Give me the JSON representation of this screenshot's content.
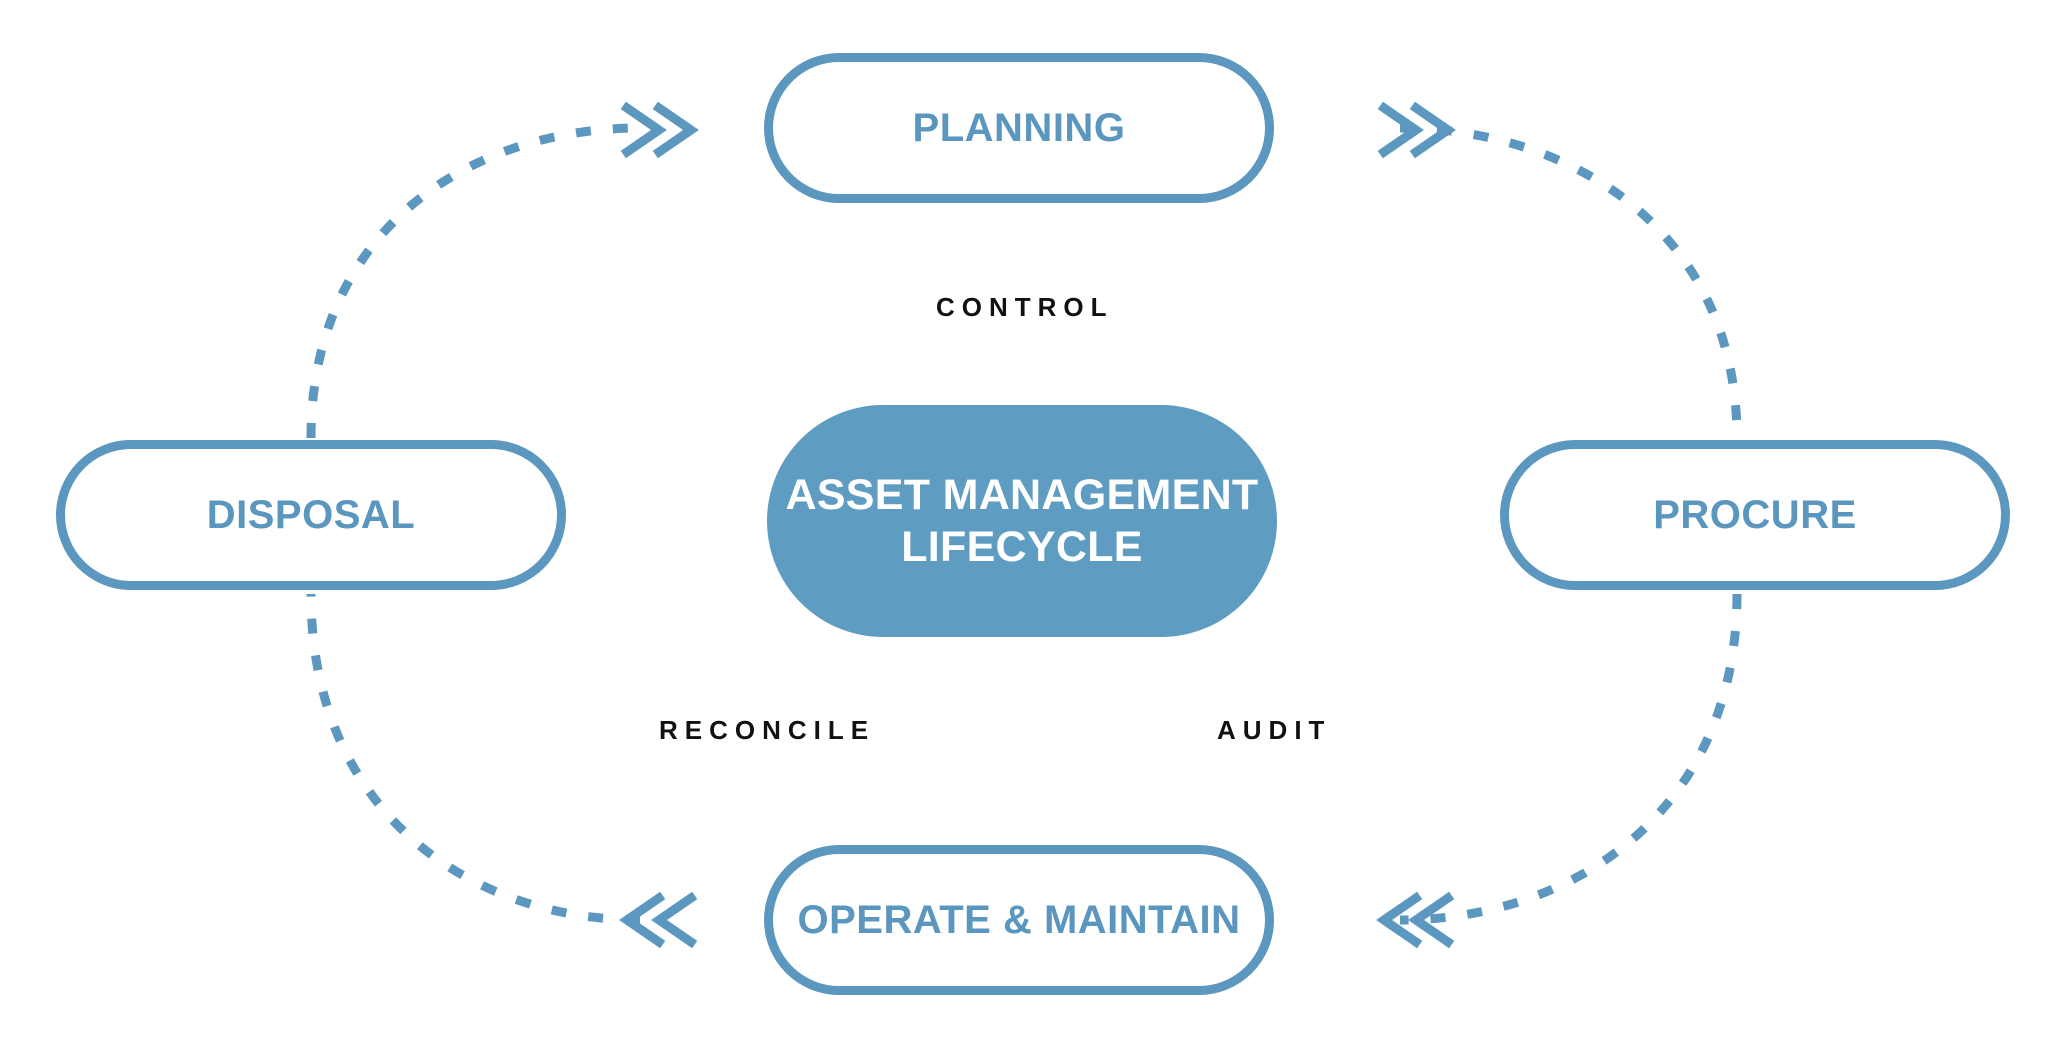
{
  "diagram": {
    "title": "Asset Management Lifecycle",
    "type": "cycle-diagram",
    "colors": {
      "accent_stroke": "#5B97BF",
      "hub_fill": "#5E9CC1",
      "node_text": "#5A96BD",
      "hub_text": "#FFFFFF",
      "stage_label_text": "#111111",
      "background": "#FFFFFF"
    },
    "hub": {
      "label": "ASSET MANAGEMENT\nLIFECYCLE"
    },
    "nodes": [
      {
        "id": "planning",
        "label": "PLANNING",
        "position": "top"
      },
      {
        "id": "procure",
        "label": "PROCURE",
        "position": "right"
      },
      {
        "id": "operate",
        "label": "OPERATE & MAINTAIN",
        "position": "bottom"
      },
      {
        "id": "disposal",
        "label": "DISPOSAL",
        "position": "left"
      }
    ],
    "stage_labels": [
      {
        "id": "control",
        "label": "CONTROL",
        "position": "top-center"
      },
      {
        "id": "reconcile",
        "label": "RECONCILE",
        "position": "bottom-left"
      },
      {
        "id": "audit",
        "label": "AUDIT",
        "position": "bottom-right"
      }
    ],
    "connectors": [
      {
        "id": "disposal-to-planning",
        "from": "disposal",
        "to": "planning",
        "style": "dashed-arc",
        "arrow": "double-chevron-right"
      },
      {
        "id": "planning-to-procure",
        "from": "planning",
        "to": "procure",
        "style": "dashed-arc",
        "arrow": "double-chevron-right"
      },
      {
        "id": "procure-to-operate",
        "from": "procure",
        "to": "operate",
        "style": "dashed-arc",
        "arrow": "double-chevron-left"
      },
      {
        "id": "operate-to-disposal",
        "from": "operate",
        "to": "disposal",
        "style": "dashed-arc",
        "arrow": "double-chevron-left"
      }
    ]
  }
}
